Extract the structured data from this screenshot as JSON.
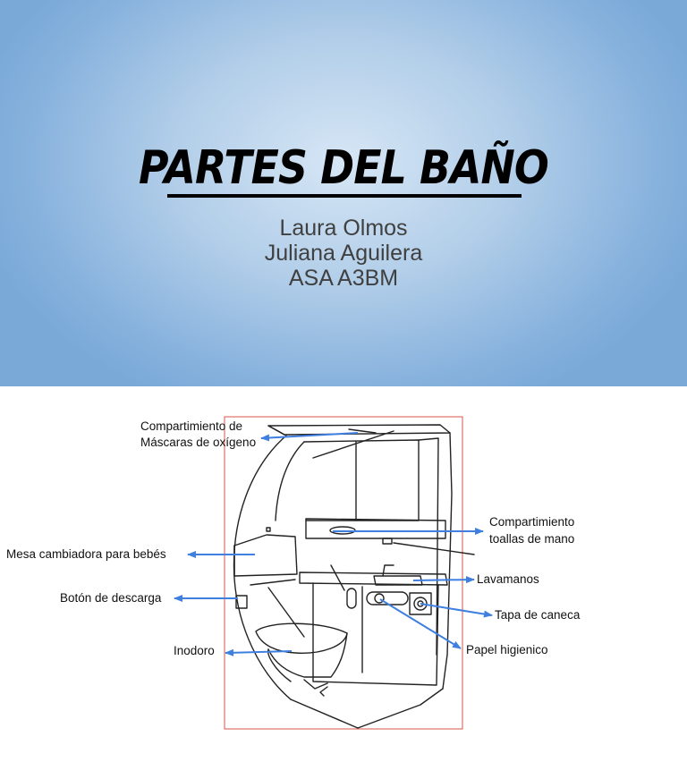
{
  "slide": {
    "title": "PARTES DEL BAÑO",
    "authors": [
      "Laura Olmos",
      "Juliana Aguilera",
      "ASA A3BM"
    ]
  },
  "diagram": {
    "labels": {
      "oxygen_masks_1": "Compartimiento de",
      "oxygen_masks_2": "Máscaras de oxígeno",
      "changing_table": "Mesa cambiadora para bebés",
      "flush_button": "Botón de descarga",
      "toilet": "Inodoro",
      "towels_1": "Compartimiento",
      "towels_2": "toallas de mano",
      "sink": "Lavamanos",
      "bin_lid": "Tapa de caneca",
      "toilet_paper": "Papel higienico"
    },
    "colors": {
      "arrow": "#3f7fdf",
      "frame": "#d9544a",
      "line": "#222222"
    }
  }
}
